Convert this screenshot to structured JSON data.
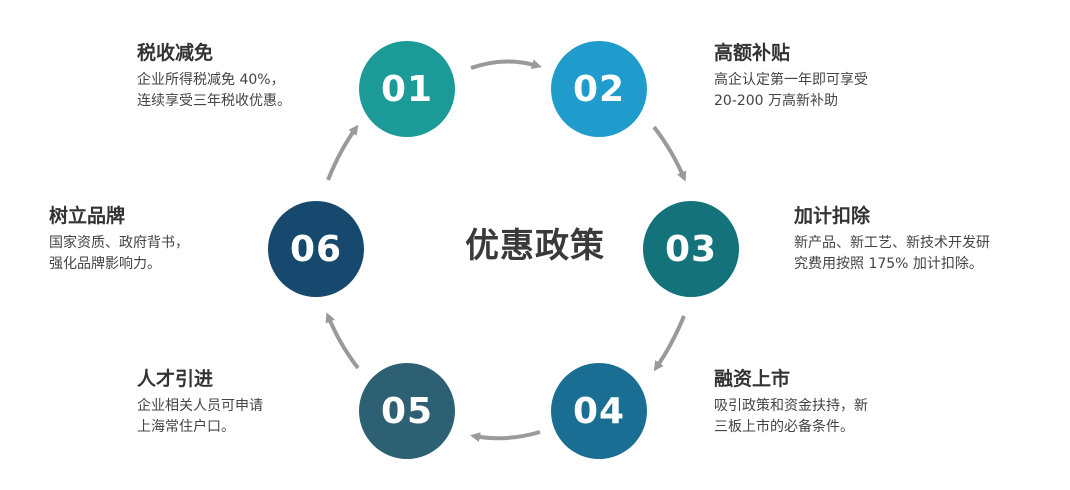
{
  "center": {
    "title": "优惠政策"
  },
  "steps": [
    {
      "number": "01",
      "title": "税收减免",
      "lines": [
        "企业所得税减免 40%，",
        "连续享受三年税收优惠。"
      ],
      "color": "#1b9a98"
    },
    {
      "number": "02",
      "title": "高额补贴",
      "lines": [
        "高企认定第一年即可享受",
        "20-200 万高新补助"
      ],
      "color": "#1f9bcc"
    },
    {
      "number": "03",
      "title": "加计扣除",
      "lines": [
        "新产品、新工艺、新技术开发研",
        "究费用按照 175% 加计扣除。"
      ],
      "color": "#14727a"
    },
    {
      "number": "04",
      "title": "融资上市",
      "lines": [
        "吸引政策和资金扶持，新",
        "三板上市的必备条件。"
      ],
      "color": "#1a6e93"
    },
    {
      "number": "05",
      "title": "人才引进",
      "lines": [
        "企业相关人员可申请",
        "上海常住户口。"
      ],
      "color": "#2c6072"
    },
    {
      "number": "06",
      "title": "树立品牌",
      "lines": [
        "国家资质、政府背书，",
        "强化品牌影响力。"
      ],
      "color": "#17496e"
    }
  ],
  "colors": {
    "arrow": "#9a9a9a"
  }
}
